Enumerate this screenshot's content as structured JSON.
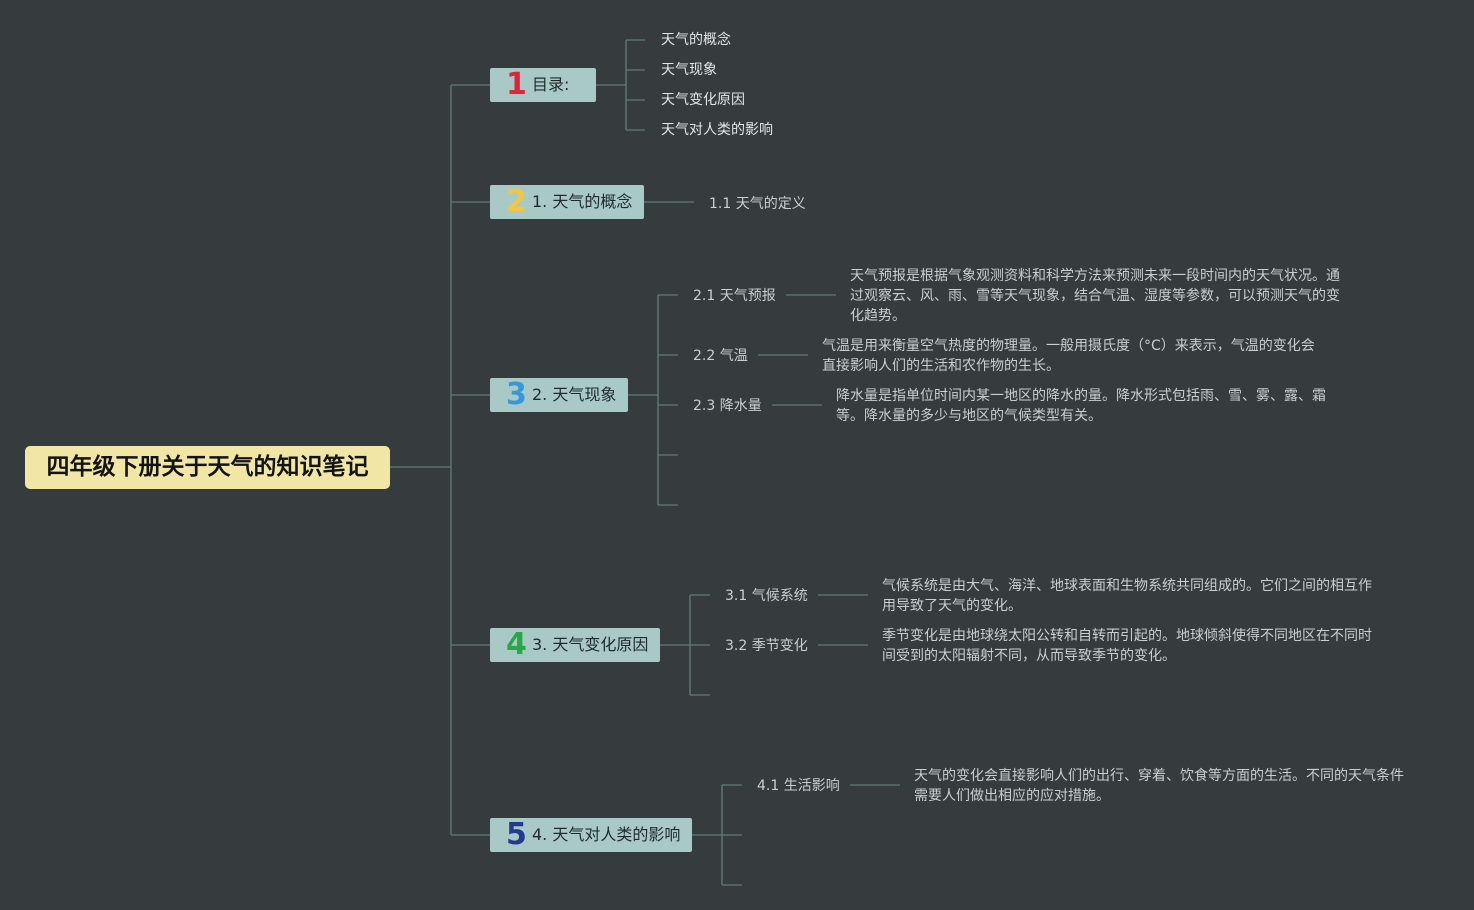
{
  "root": {
    "title": "四年级下册关于天气的知识笔记"
  },
  "colors": {
    "background": "#363b3e",
    "line": "#5e7d79",
    "root_fill": "#f2e6a6",
    "branch_fill": "#a9c9c6",
    "num1": "#e0243b",
    "num2": "#f4c63d",
    "num3": "#3598db",
    "num4": "#27a844",
    "num5": "#233b8f"
  },
  "branches": [
    {
      "num": "1",
      "label": "目录:",
      "items": [
        "天气的概念",
        "天气现象",
        "天气变化原因",
        "天气对人类的影响"
      ]
    },
    {
      "num": "2",
      "label": "1. 天气的概念",
      "subs": [
        {
          "label": "1.1 天气的定义"
        }
      ]
    },
    {
      "num": "3",
      "label": "2. 天气现象",
      "subs": [
        {
          "label": "2.1 天气预报",
          "desc": "天气预报是根据气象观测资料和科学方法来预测未来一段时间内的天气状况。通过观察云、风、雨、雪等天气现象，结合气温、湿度等参数，可以预测天气的变化趋势。"
        },
        {
          "label": "2.2 气温",
          "desc": "气温是用来衡量空气热度的物理量。一般用摄氏度（°C）来表示，气温的变化会直接影响人们的生活和农作物的生长。"
        },
        {
          "label": "2.3 降水量",
          "desc": "降水量是指单位时间内某一地区的降水的量。降水形式包括雨、雪、雾、露、霜等。降水量的多少与地区的气候类型有关。"
        }
      ]
    },
    {
      "num": "4",
      "label": "3. 天气变化原因",
      "subs": [
        {
          "label": "3.1 气候系统",
          "desc": "气候系统是由大气、海洋、地球表面和生物系统共同组成的。它们之间的相互作用导致了天气的变化。"
        },
        {
          "label": "3.2 季节变化",
          "desc": "季节变化是由地球绕太阳公转和自转而引起的。地球倾斜使得不同地区在不同时间受到的太阳辐射不同，从而导致季节的变化。"
        }
      ]
    },
    {
      "num": "5",
      "label": "4. 天气对人类的影响",
      "subs": [
        {
          "label": "4.1 生活影响",
          "desc": "天气的变化会直接影响人们的出行、穿着、饮食等方面的生活。不同的天气条件需要人们做出相应的应对措施。"
        }
      ]
    }
  ]
}
